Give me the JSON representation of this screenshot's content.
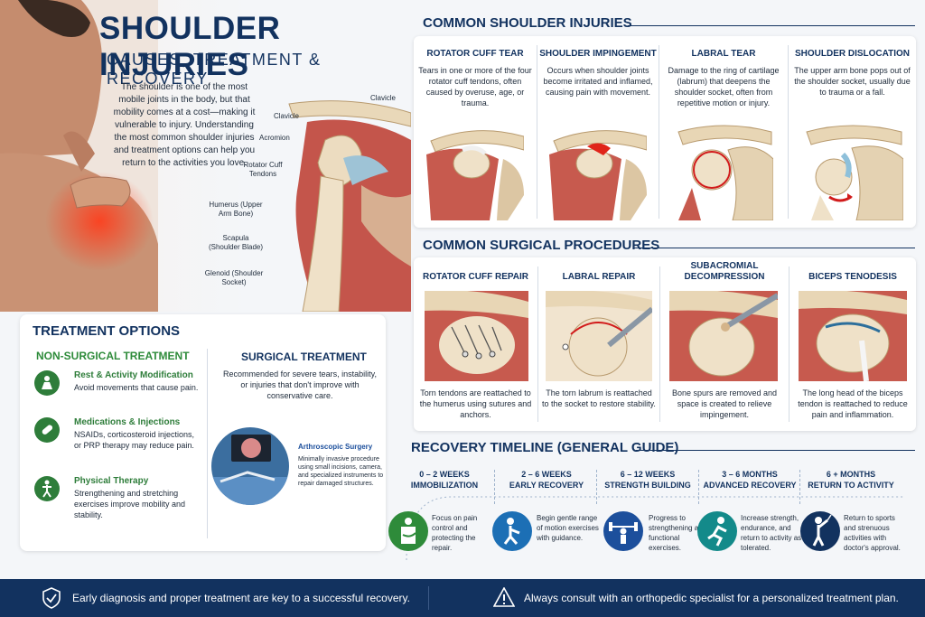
{
  "header": {
    "title": "SHOULDER INJURIES",
    "subtitle": "CAUSES, TREATMENT & RECOVERY",
    "intro": "The shoulder is one of the most mobile joints in the body, but that mobility comes at a cost—making it vulnerable to injury. Understanding the most common shoulder injuries and treatment options can help you return to the activities you love."
  },
  "anatomy": {
    "labels": {
      "clavicle_top": "Clavicle",
      "clavicle": "Clavicle",
      "acromion": "Acromion",
      "rotator": "Rotator Cuff Tendons",
      "humerus": "Humerus (Upper Arm Bone)",
      "scapula": "Scapula (Shoulder Blade)",
      "glenoid": "Glenoid (Shoulder Socket)"
    }
  },
  "treatment": {
    "title": "TREATMENT OPTIONS",
    "non_surgical_title": "NON-SURGICAL TREATMENT",
    "options": [
      {
        "title": "Rest & Activity Modification",
        "desc": "Avoid movements that cause pain.",
        "icon": "rest-icon"
      },
      {
        "title": "Medications & Injections",
        "desc": "NSAIDs, corticosteroid injections, or PRP therapy may reduce pain.",
        "icon": "pill-icon"
      },
      {
        "title": "Physical Therapy",
        "desc": "Strengthening and stretching exercises improve mobility and stability.",
        "icon": "therapy-icon"
      }
    ],
    "surgical_title": "SURGICAL TREATMENT",
    "surgical_desc": "Recommended for severe tears, instability, or injuries that don't improve with conservative care.",
    "arthro_title": "Arthroscopic Surgery",
    "arthro_desc": "Minimally invasive procedure using small incisions, camera, and specialized instruments to repair damaged structures."
  },
  "injuries": {
    "title": "COMMON SHOULDER INJURIES",
    "items": [
      {
        "title": "ROTATOR CUFF TEAR",
        "desc": "Tears in one or more of the four rotator cuff tendons, often caused by overuse, age, or trauma."
      },
      {
        "title": "SHOULDER IMPINGEMENT",
        "desc": "Occurs when shoulder joints become irritated and inflamed, causing pain with movement."
      },
      {
        "title": "LABRAL TEAR",
        "desc": "Damage to the ring of cartilage (labrum) that deepens the shoulder socket, often from repetitive motion or injury."
      },
      {
        "title": "SHOULDER DISLOCATION",
        "desc": "The upper arm bone pops out of the shoulder socket, usually due to trauma or a fall."
      }
    ]
  },
  "procedures": {
    "title": "COMMON SURGICAL PROCEDURES",
    "items": [
      {
        "title": "ROTATOR CUFF REPAIR",
        "desc": "Torn tendons are reattached to the humerus using sutures and anchors."
      },
      {
        "title": "LABRAL REPAIR",
        "desc": "The torn labrum is reattached to the socket to restore stability."
      },
      {
        "title": "SUBACROMIAL DECOMPRESSION",
        "desc": "Bone spurs are removed and space is created to relieve impingement."
      },
      {
        "title": "BICEPS TENODESIS",
        "desc": "The long head of the biceps tendon is reattached to reduce pain and inflammation."
      }
    ]
  },
  "recovery": {
    "title": "RECOVERY TIMELINE (GENERAL GUIDE)",
    "stages": [
      {
        "period": "0 – 2 WEEKS",
        "name": "IMMOBILIZATION",
        "desc": "Focus on pain control and protecting the repair.",
        "color": "#2e8b3a",
        "icon": "sling-icon"
      },
      {
        "period": "2 – 6 WEEKS",
        "name": "EARLY RECOVERY",
        "desc": "Begin gentle range of motion exercises with guidance.",
        "color": "#1c6fb5",
        "icon": "stretch-icon"
      },
      {
        "period": "6 – 12 WEEKS",
        "name": "STRENGTH BUILDING",
        "desc": "Progress to strengthening and functional exercises.",
        "color": "#1c4f9c",
        "icon": "weights-icon"
      },
      {
        "period": "3 – 6 MONTHS",
        "name": "ADVANCED RECOVERY",
        "desc": "Increase strength, endurance, and return to activity as tolerated.",
        "color": "#138a8a",
        "icon": "runner-icon"
      },
      {
        "period": "6 + MONTHS",
        "name": "RETURN TO ACTIVITY",
        "desc": "Return to sports and strenuous activities with doctor's approval.",
        "color": "#12325f",
        "icon": "golfer-icon"
      }
    ]
  },
  "footer": {
    "left": "Early diagnosis and proper treatment are key to a successful recovery.",
    "right": "Always consult with an orthopedic specialist for a personalized treatment plan."
  }
}
